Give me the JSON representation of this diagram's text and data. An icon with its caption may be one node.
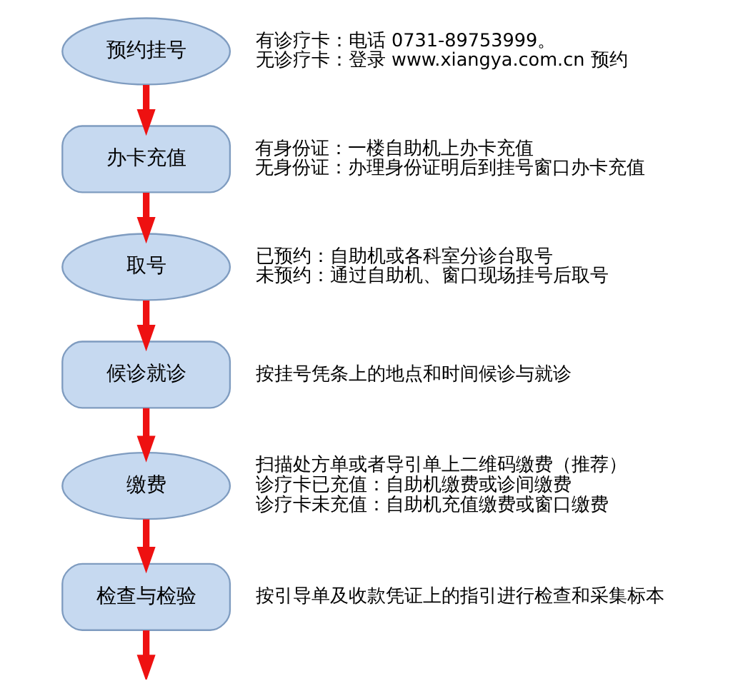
{
  "diagram": {
    "nodes": [
      {
        "text": [
          "预约挂号"
        ],
        "beside": [
          "有诊疗卡：电话 0731-89753999。",
          "无诊疗卡：登录 www.xiangya.com.cn 预约"
        ]
      },
      {
        "text": [
          "办卡充值"
        ],
        "beside": [
          "有身份证：一楼自助机上办卡充值",
          "无身份证：办理身份证明后到挂号窗口办卡充值"
        ]
      },
      {
        "text": [
          "取号"
        ],
        "beside": [
          "已预约：自助机或各科室分诊台取号",
          "未预约：通过自助机、窗口现场挂号后取号"
        ]
      },
      {
        "text": [
          "候诊就诊"
        ],
        "beside": [
          "按挂号凭条上的地点和时间候诊与就诊"
        ]
      },
      {
        "text": [
          "缴费"
        ],
        "beside": [
          "扫描处方单或者导引单上二维码缴费（推荐）",
          "诊疗卡已充值：自助机缴费或诊间缴费",
          "诊疗卡未充值：自助机充值缴费或窗口缴费"
        ]
      },
      {
        "text": [
          "检查与检验"
        ],
        "beside": [
          "按引导单及收款凭证上的指引进行检查和采集标本"
        ]
      }
    ],
    "edges": [
      {
        "from": 0,
        "to": 1,
        "arrow": "to"
      },
      {
        "from": 1,
        "to": 2,
        "arrow": "to"
      },
      {
        "from": 2,
        "to": 3,
        "arrow": "to"
      },
      {
        "from": 3,
        "to": 4,
        "arrow": "to"
      },
      {
        "from": 4,
        "to": 5,
        "arrow": "to"
      },
      {
        "from": 5,
        "to": null,
        "arrow": "to"
      }
    ]
  }
}
